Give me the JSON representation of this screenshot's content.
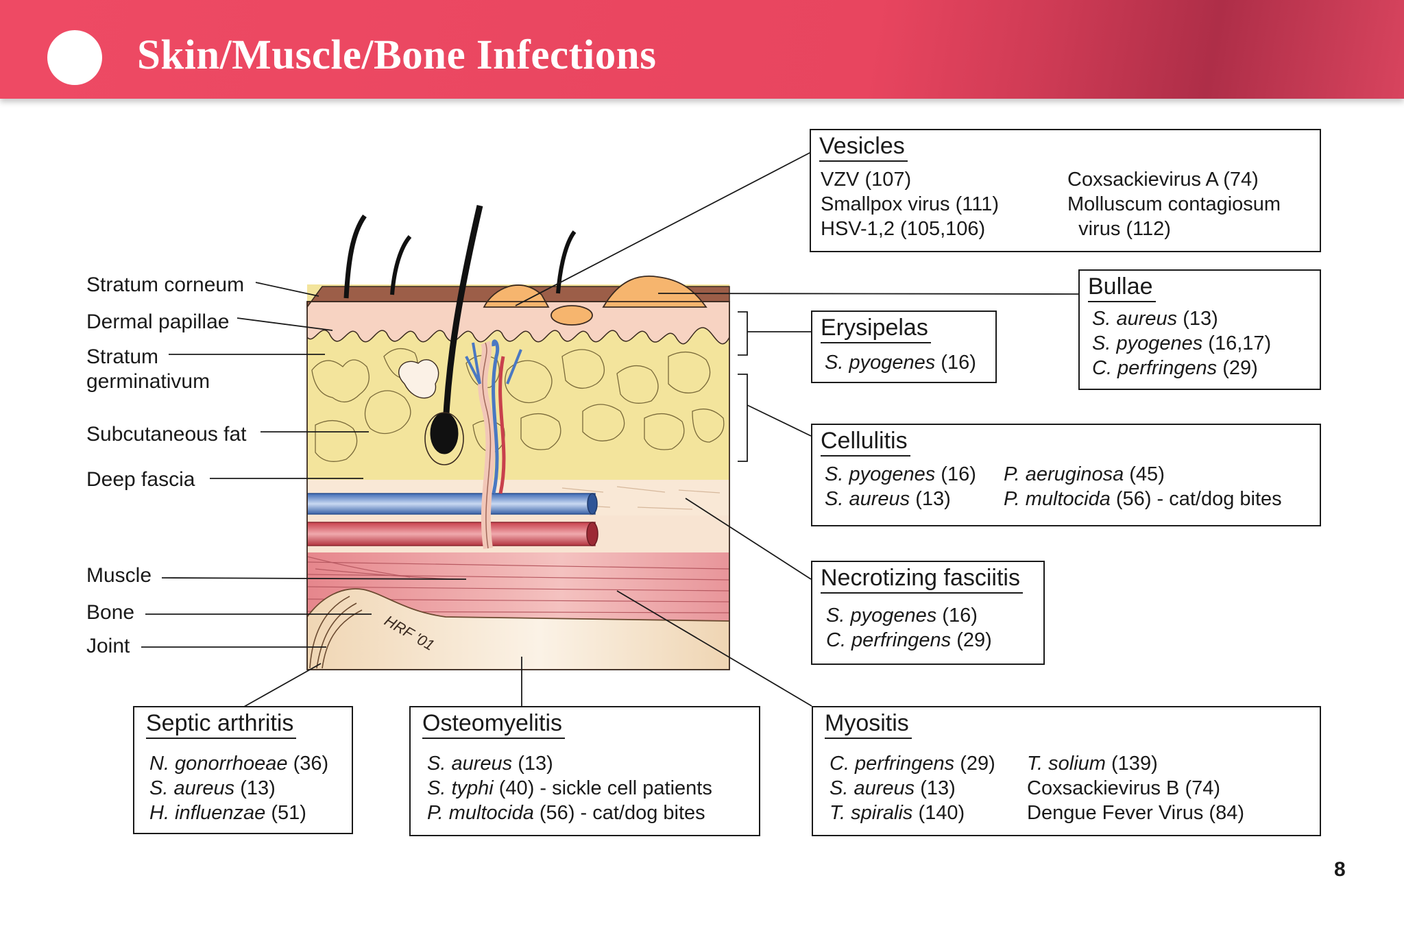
{
  "title": "Skin/Muscle/Bone Infections",
  "page_number": "8",
  "signature": "HRF '01",
  "layer_labels": {
    "stratum_corneum": "Stratum corneum",
    "dermal_papillae": "Dermal papillae",
    "stratum_germinativum_1": "Stratum",
    "stratum_germinativum_2": "germinativum",
    "subcutaneous_fat": "Subcutaneous fat",
    "deep_fascia": "Deep fascia",
    "muscle": "Muscle",
    "bone": "Bone",
    "joint": "Joint"
  },
  "boxes": {
    "vesicles": {
      "title": "Vesicles",
      "col1": [
        {
          "org": "",
          "rest": "VZV (107)"
        },
        {
          "org": "",
          "rest": "Smallpox virus (111)"
        },
        {
          "org": "",
          "rest": "HSV-1,2 (105,106)"
        }
      ],
      "col2": [
        {
          "org": "",
          "rest": "Coxsackievirus A (74)"
        },
        {
          "org": "",
          "rest": "Molluscum contagiosum"
        },
        {
          "org": "",
          "rest": "  virus (112)"
        }
      ]
    },
    "bullae": {
      "title": "Bullae",
      "col1": [
        {
          "org": "S. aureus",
          "rest": " (13)"
        },
        {
          "org": "S. pyogenes",
          "rest": " (16,17)"
        },
        {
          "org": "C. perfringens",
          "rest": " (29)"
        }
      ]
    },
    "erysipelas": {
      "title": "Erysipelas",
      "col1": [
        {
          "org": "S. pyogenes",
          "rest": " (16)"
        }
      ]
    },
    "cellulitis": {
      "title": "Cellulitis",
      "col1": [
        {
          "org": "S. pyogenes",
          "rest": " (16)"
        },
        {
          "org": "S. aureus",
          "rest": " (13)"
        }
      ],
      "col2": [
        {
          "org": "P. aeruginosa",
          "rest": " (45)"
        },
        {
          "org": "P. multocida",
          "rest": " (56) - cat/dog bites"
        }
      ]
    },
    "necrotizing": {
      "title": "Necrotizing fasciitis",
      "col1": [
        {
          "org": "S. pyogenes",
          "rest": " (16)"
        },
        {
          "org": "C. perfringens",
          "rest": " (29)"
        }
      ]
    },
    "septic": {
      "title": "Septic arthritis",
      "col1": [
        {
          "org": "N. gonorrhoeae",
          "rest": " (36)"
        },
        {
          "org": "S. aureus",
          "rest": " (13)"
        },
        {
          "org": "H. influenzae",
          "rest": " (51)"
        }
      ]
    },
    "osteomyelitis": {
      "title": "Osteomyelitis",
      "col1": [
        {
          "org": "S. aureus",
          "rest": " (13)"
        },
        {
          "org": "S. typhi",
          "rest": " (40) - sickle cell patients"
        },
        {
          "org": "P. multocida",
          "rest": " (56) - cat/dog bites"
        }
      ]
    },
    "myositis": {
      "title": "Myositis",
      "col1": [
        {
          "org": "C. perfringens",
          "rest": " (29)"
        },
        {
          "org": "S. aureus",
          "rest": " (13)"
        },
        {
          "org": "T. spiralis",
          "rest": " (140)"
        }
      ],
      "col2": [
        {
          "org": "T. solium",
          "rest": " (139)"
        },
        {
          "org": "",
          "rest": "Coxsackievirus B (74)"
        },
        {
          "org": "",
          "rest": "Dengue Fever Virus (84)"
        }
      ]
    }
  },
  "colors": {
    "banner": "#e8455f",
    "stratum_corneum": "#9c5e48",
    "epidermis": "#f7d3c2",
    "fat": "#f3e49c",
    "fascia": "#f9e8d6",
    "vein": "#4a78c2",
    "artery": "#c8404c",
    "muscle": "#e8959a",
    "bone": "#f4dfc3",
    "vesicle": "#f6b56e"
  }
}
